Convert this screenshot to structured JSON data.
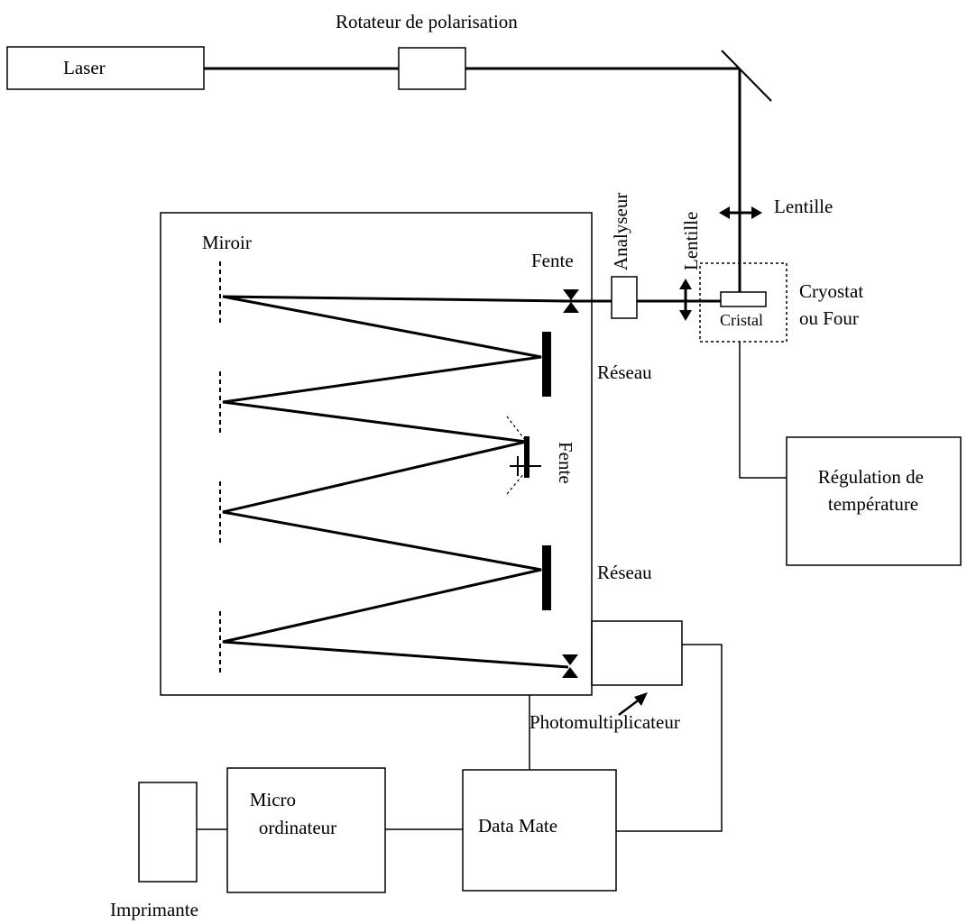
{
  "labels": {
    "rotator": "Rotateur de polarisation",
    "laser": "Laser",
    "lens_top": "Lentille",
    "analyzer": "Analyseur",
    "lens_mid": "Lentille",
    "mirror": "Miroir",
    "slit_entrance": "Fente",
    "cryostat_line1": "Cryostat",
    "cryostat_line2": "ou Four",
    "crystal": "Cristal",
    "grating_1": "Réseau",
    "slit_middle": "Fente",
    "temp_reg_line1": "Régulation de",
    "temp_reg_line2": "température",
    "grating_2": "Réseau",
    "photomultiplier": "Photomultiplicateur",
    "micro_line1": "Micro",
    "micro_line2": "ordinateur",
    "data_mate": "Data Mate",
    "printer": "Imprimante"
  },
  "colors": {
    "ink": "#000000",
    "background": "#ffffff"
  }
}
